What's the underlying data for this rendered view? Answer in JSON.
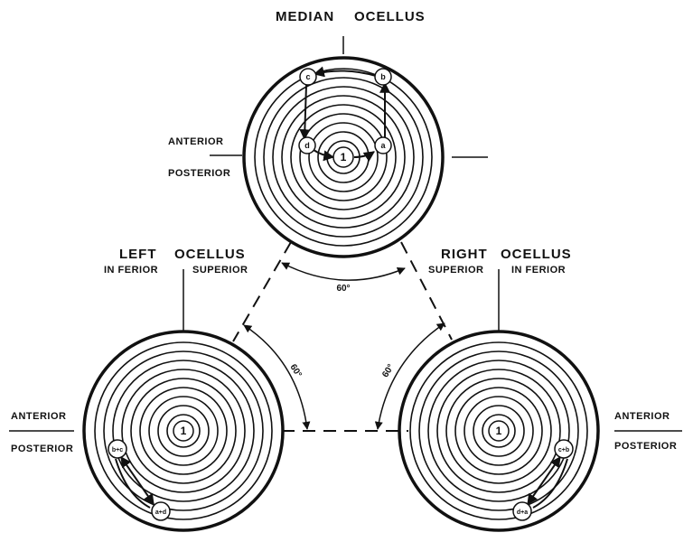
{
  "median": {
    "title_left": "MEDIAN",
    "title_right": "OCELLUS",
    "anterior": "ANTERIOR",
    "posterior": "POSTERIOR",
    "center": "1",
    "nodes": {
      "a": "a",
      "b": "b",
      "c": "c",
      "d": "d"
    }
  },
  "left": {
    "title_left": "LEFT",
    "title_right": "OCELLUS",
    "inferior": "IN FERIOR",
    "superior": "SUPERIOR",
    "anterior": "ANTERIOR",
    "posterior": "POSTERIOR",
    "center": "1",
    "nodes": {
      "bc": "b+c",
      "ad": "a+d"
    }
  },
  "right": {
    "title_left": "RIGHT",
    "title_right": "OCELLUS",
    "superior": "SUPERIOR",
    "inferior": "IN FERIOR",
    "anterior": "ANTERIOR",
    "posterior": "POSTERIOR",
    "center": "1",
    "nodes": {
      "cb": "c+b",
      "da": "d+a"
    }
  },
  "angles": {
    "top": "60°",
    "left": "60°",
    "right": "60°"
  },
  "colors": {
    "ink": "#111111",
    "paper": "#ffffff"
  }
}
